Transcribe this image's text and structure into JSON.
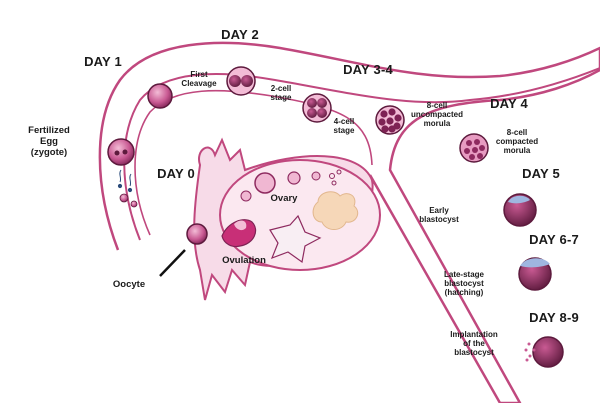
{
  "days": {
    "day0": "DAY 0",
    "day1": "DAY 1",
    "day2": "DAY 2",
    "day34": "DAY 3-4",
    "day4": "DAY 4",
    "day5": "DAY 5",
    "day67": "DAY 6-7",
    "day89": "DAY 8-9"
  },
  "labels": {
    "fertilized_egg": "Fertilized\nEgg\n(zygote)",
    "first_cleavage": "First\nCleavage",
    "two_cell": "2-cell\nstage",
    "four_cell": "4-cell\nstage",
    "eight_cell_uncompacted": "8-cell\nuncompacted\nmorula",
    "eight_cell_compacted": "8-cell\ncompacted\nmorula",
    "early_blastocyst": "Early\nblastocyst",
    "late_blastocyst": "Late-stage\nblastocyst\n(hatching)",
    "implantation": "Implantation\nof the\nblastocyst",
    "ovary": "Ovary",
    "ovulation": "Ovulation",
    "oocyte": "Oocyte"
  },
  "colors": {
    "outline": "#c0487e",
    "tissue": "#f7dbe8",
    "cell_dark": "#8e2a5f",
    "cell_mid": "#c95a93",
    "cell_light": "#f0b7d2",
    "follicle_tan": "#f6d7b8",
    "hatch_blue": "#9fb6e0"
  }
}
